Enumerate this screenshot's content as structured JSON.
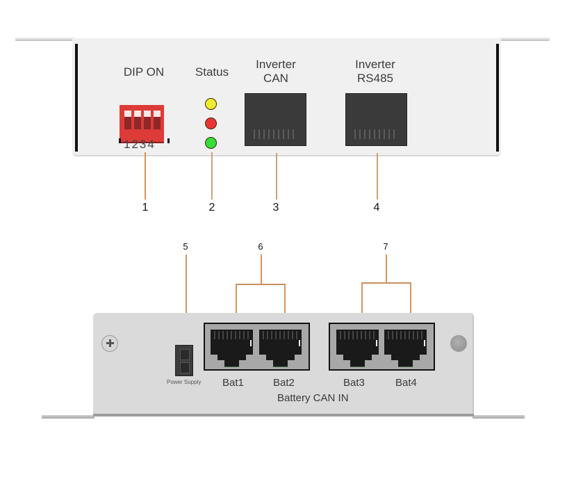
{
  "top_panel": {
    "labels": {
      "dip": "DIP ON",
      "status": "Status",
      "inverter_can": "Inverter\nCAN",
      "inverter_rs485": "Inverter\nRS485"
    },
    "dip_numbers": "1234",
    "dip_switch_count": 4,
    "status_leds": [
      {
        "name": "yellow",
        "color": "#f2ea2e"
      },
      {
        "name": "red",
        "color": "#ec3434"
      },
      {
        "name": "green",
        "color": "#35de38"
      }
    ],
    "callouts": [
      "1",
      "2",
      "3",
      "4"
    ]
  },
  "bottom_panel": {
    "power_supply_label": "Power Supply",
    "ports": [
      "Bat1",
      "Bat2",
      "Bat3",
      "Bat4"
    ],
    "group_label": "Battery CAN IN",
    "callouts": [
      "5",
      "6",
      "7"
    ]
  },
  "colors": {
    "callout_line": "#d8935a",
    "dip_red": "#dd3b38",
    "panel_top": "#f0f0f0",
    "panel_bottom": "#dadada"
  }
}
